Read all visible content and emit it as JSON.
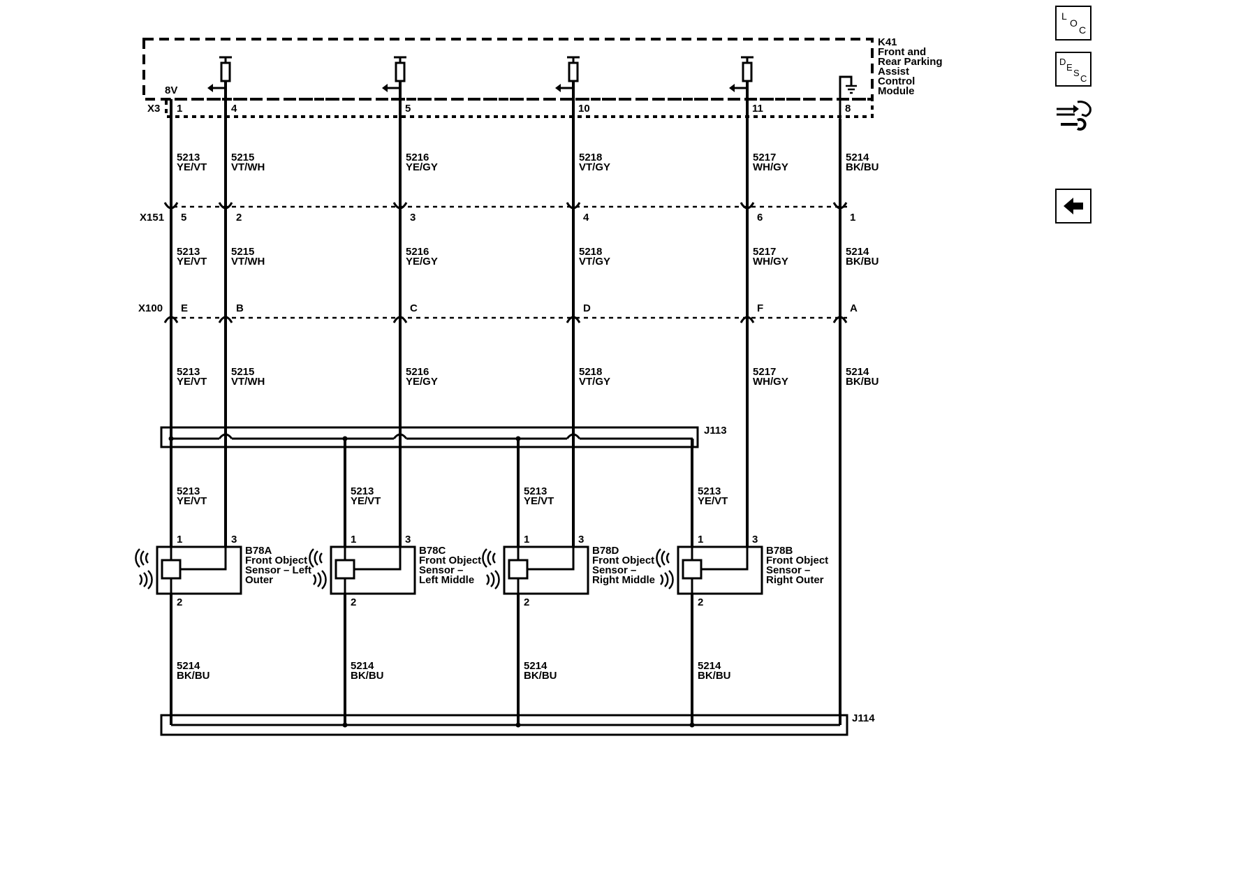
{
  "module": {
    "id": "K41",
    "name_lines": [
      "Front and",
      "Rear Parking",
      "Assist",
      "Control",
      "Module"
    ],
    "connector": "X3",
    "voltage": "8V",
    "pins": [
      "1",
      "4",
      "5",
      "10",
      "11",
      "8"
    ]
  },
  "wires": [
    {
      "circuit": "5213",
      "color": "YE/VT"
    },
    {
      "circuit": "5215",
      "color": "VT/WH"
    },
    {
      "circuit": "5216",
      "color": "YE/GY"
    },
    {
      "circuit": "5218",
      "color": "VT/GY"
    },
    {
      "circuit": "5217",
      "color": "WH/GY"
    },
    {
      "circuit": "5214",
      "color": "BK/BU"
    }
  ],
  "connectors": [
    {
      "id": "X151",
      "pins": [
        "5",
        "2",
        "3",
        "4",
        "6",
        "1"
      ]
    },
    {
      "id": "X100",
      "pins": [
        "E",
        "B",
        "C",
        "D",
        "F",
        "A"
      ]
    }
  ],
  "splices": {
    "top": "J113",
    "bottom": "J114"
  },
  "sensor_feed": {
    "circuit": "5213",
    "color": "YE/VT"
  },
  "sensor_ground": {
    "circuit": "5214",
    "color": "BK/BU"
  },
  "sensors": [
    {
      "id": "B78A",
      "name_lines": [
        "Front Object",
        "Sensor – Left",
        "Outer"
      ],
      "pins": [
        "1",
        "3",
        "2"
      ]
    },
    {
      "id": "B78C",
      "name_lines": [
        "Front Object",
        "Sensor –",
        "Left Middle"
      ],
      "pins": [
        "1",
        "3",
        "2"
      ]
    },
    {
      "id": "B78D",
      "name_lines": [
        "Front Object",
        "Sensor –",
        "Right Middle"
      ],
      "pins": [
        "1",
        "3",
        "2"
      ]
    },
    {
      "id": "B78B",
      "name_lines": [
        "Front Object",
        "Sensor –",
        "Right Outer"
      ],
      "pins": [
        "1",
        "3",
        "2"
      ]
    }
  ],
  "side_buttons": {
    "loc": [
      "L",
      "O",
      "C"
    ],
    "desc": [
      "D",
      "E",
      "S",
      "C"
    ],
    "diag_icon": "diagnostic-connector-wrench-icon",
    "back_icon": "arrow-left-icon"
  }
}
